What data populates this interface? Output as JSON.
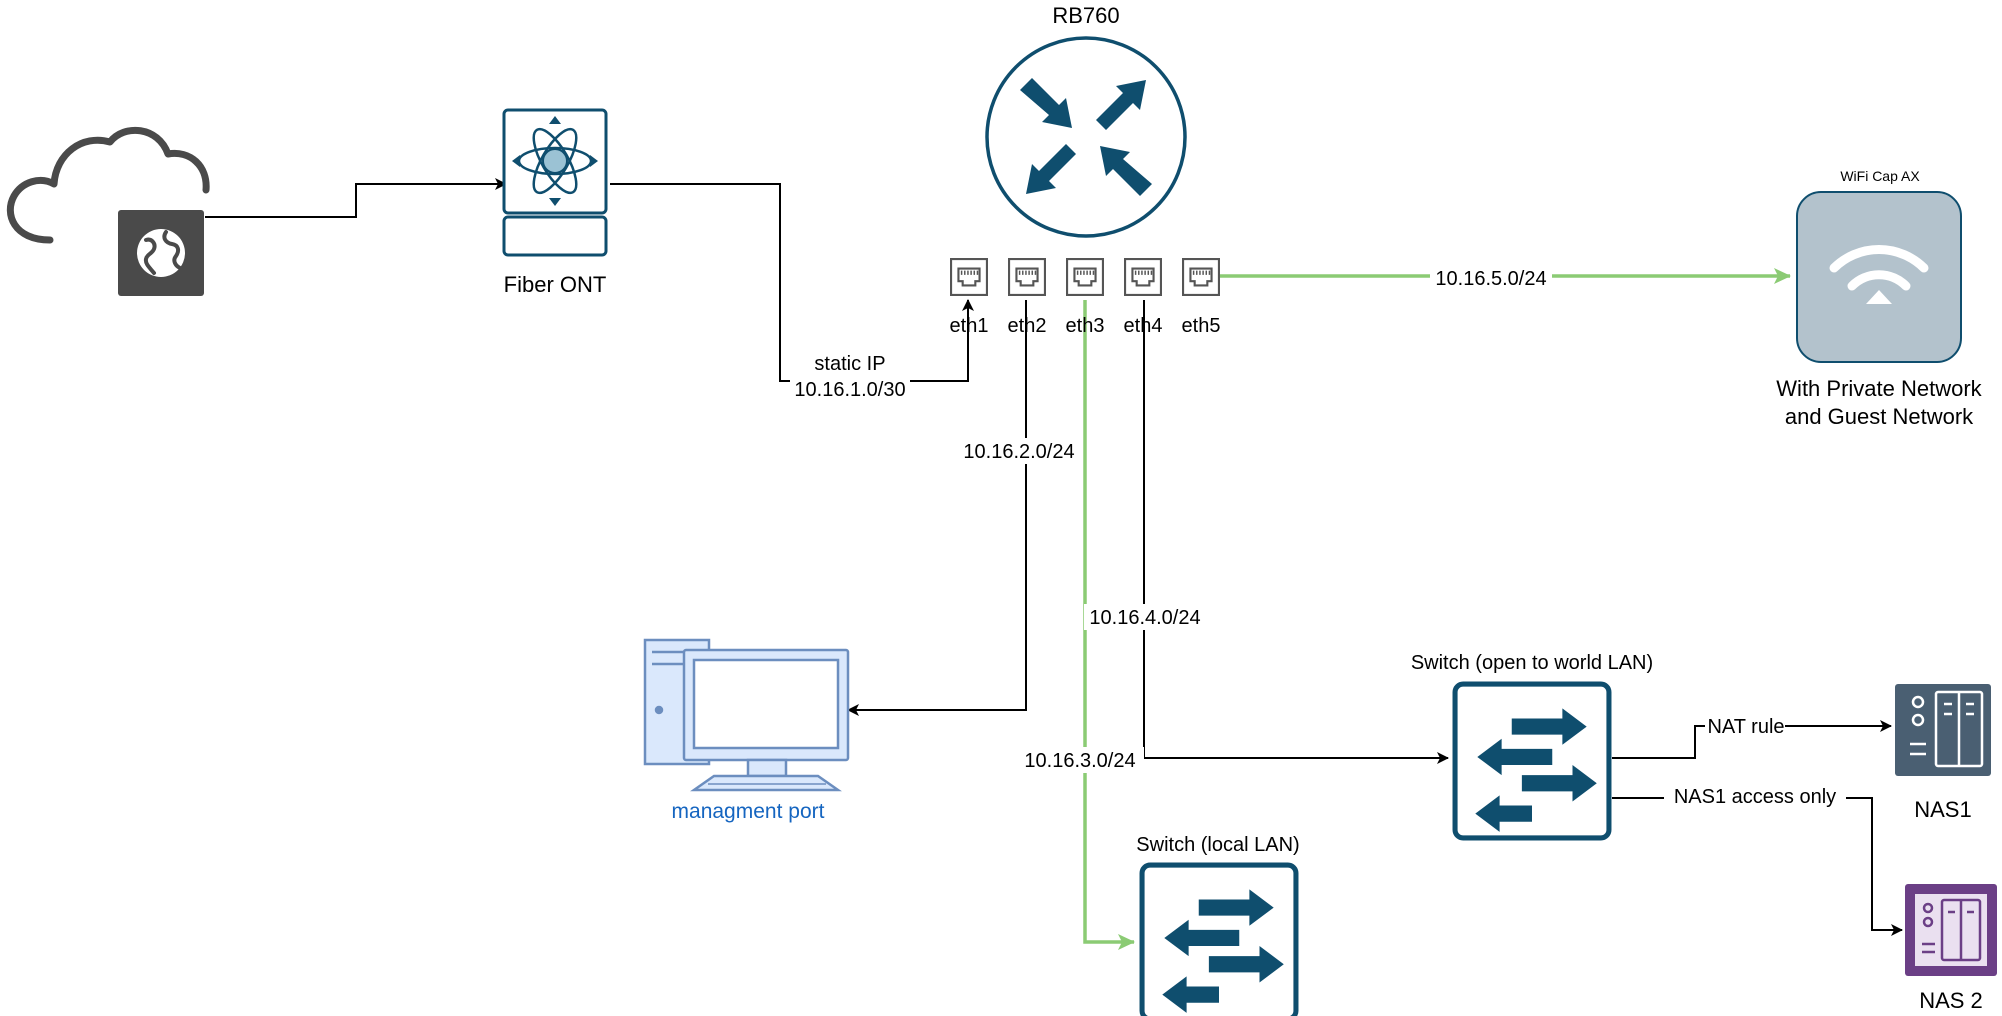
{
  "router": {
    "label": "RB760"
  },
  "ports": [
    "eth1",
    "eth2",
    "eth3",
    "eth4",
    "eth5"
  ],
  "fiber_ont": {
    "label": "Fiber ONT"
  },
  "wifi": {
    "title": "WiFi Cap AX",
    "label_line1": "With Private Network",
    "label_line2": "and Guest Network"
  },
  "pc": {
    "label": "managment port"
  },
  "switch_world": {
    "label": "Switch (open to world LAN)"
  },
  "switch_local": {
    "label": "Switch (local LAN)"
  },
  "nas1": {
    "label": "NAS1"
  },
  "nas2": {
    "label": "NAS 2"
  },
  "links": {
    "wan_line1": "static IP",
    "wan_line2": "10.16.1.0/30",
    "eth2_net": "10.16.2.0/24",
    "eth3_net": "10.16.3.0/24",
    "eth4_net": "10.16.4.0/24",
    "eth5_net": "10.16.5.0/24",
    "nat_rule": "NAT rule",
    "nas1_only": "NAS1 access only"
  },
  "colors": {
    "cisco_blue": "#0f4e6e",
    "link_green": "#8bcb74",
    "wifi_fill": "#b3c2cc",
    "nas1_fill": "#4a5f72",
    "nas2_fill": "#6b3f86",
    "pc_fill": "#dae8fc",
    "pc_stroke": "#6c8ebf",
    "internet_gray": "#4a4a4a"
  },
  "icons": [
    "cloud-icon",
    "globe-icon",
    "router-icon",
    "ethernet-port-icon",
    "wifi-icon",
    "switch-icon",
    "nas-icon",
    "computer-icon",
    "fiber-ont-icon"
  ]
}
